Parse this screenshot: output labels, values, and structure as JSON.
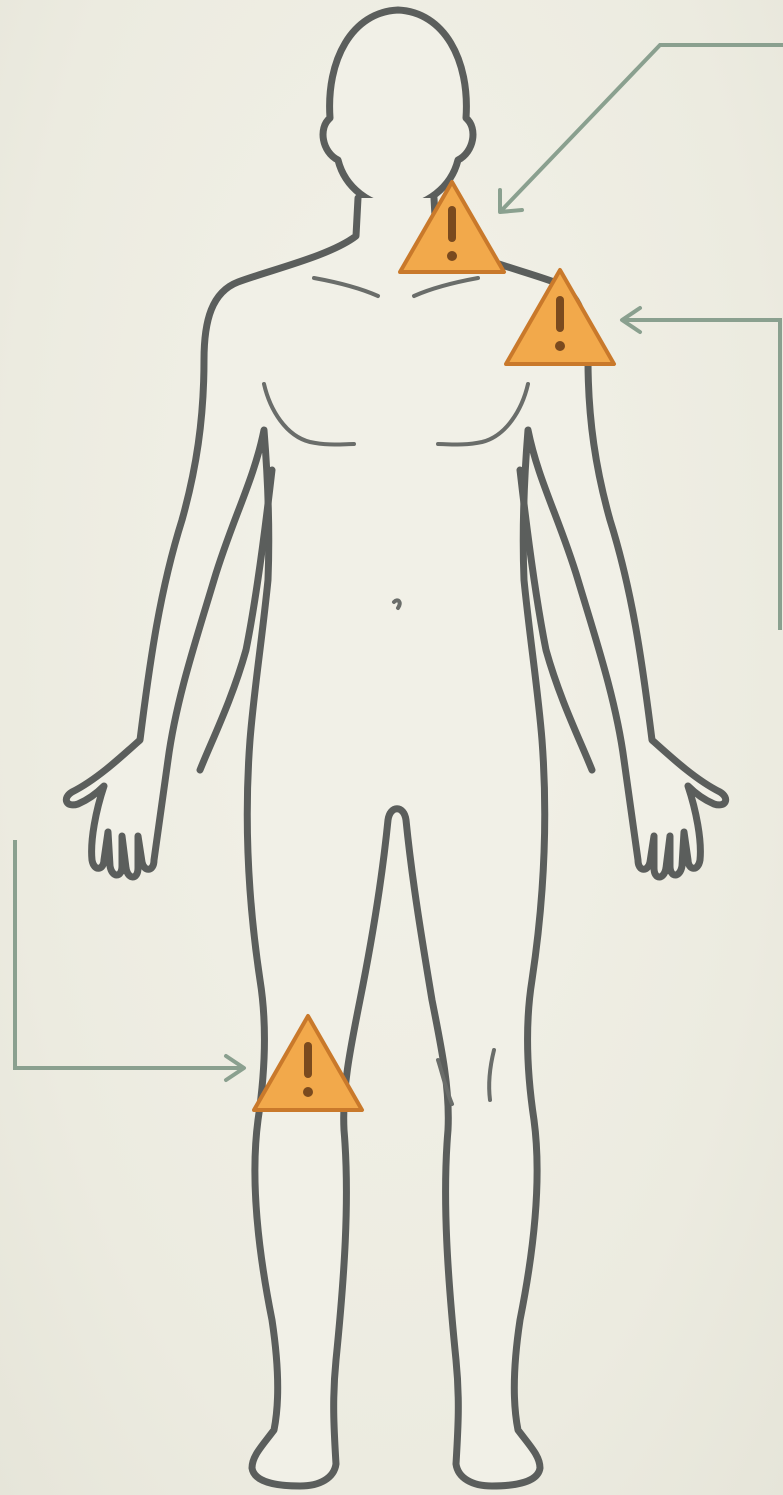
{
  "figure": {
    "subject": "human-body-front-outline",
    "colors": {
      "outline": "#5b5e5c",
      "warning_fill": "#f2a94b",
      "warning_stroke": "#c9792b",
      "callout_line": "#8aa08f",
      "background": "#efeee4"
    }
  },
  "markers": [
    {
      "id": "neck",
      "icon": "warning-icon"
    },
    {
      "id": "shoulder",
      "icon": "warning-icon"
    },
    {
      "id": "knee",
      "icon": "warning-icon"
    }
  ],
  "callouts": [
    {
      "target": "neck",
      "icon": "arrow-icon"
    },
    {
      "target": "shoulder",
      "icon": "arrow-icon"
    },
    {
      "target": "knee",
      "icon": "arrow-icon"
    }
  ]
}
